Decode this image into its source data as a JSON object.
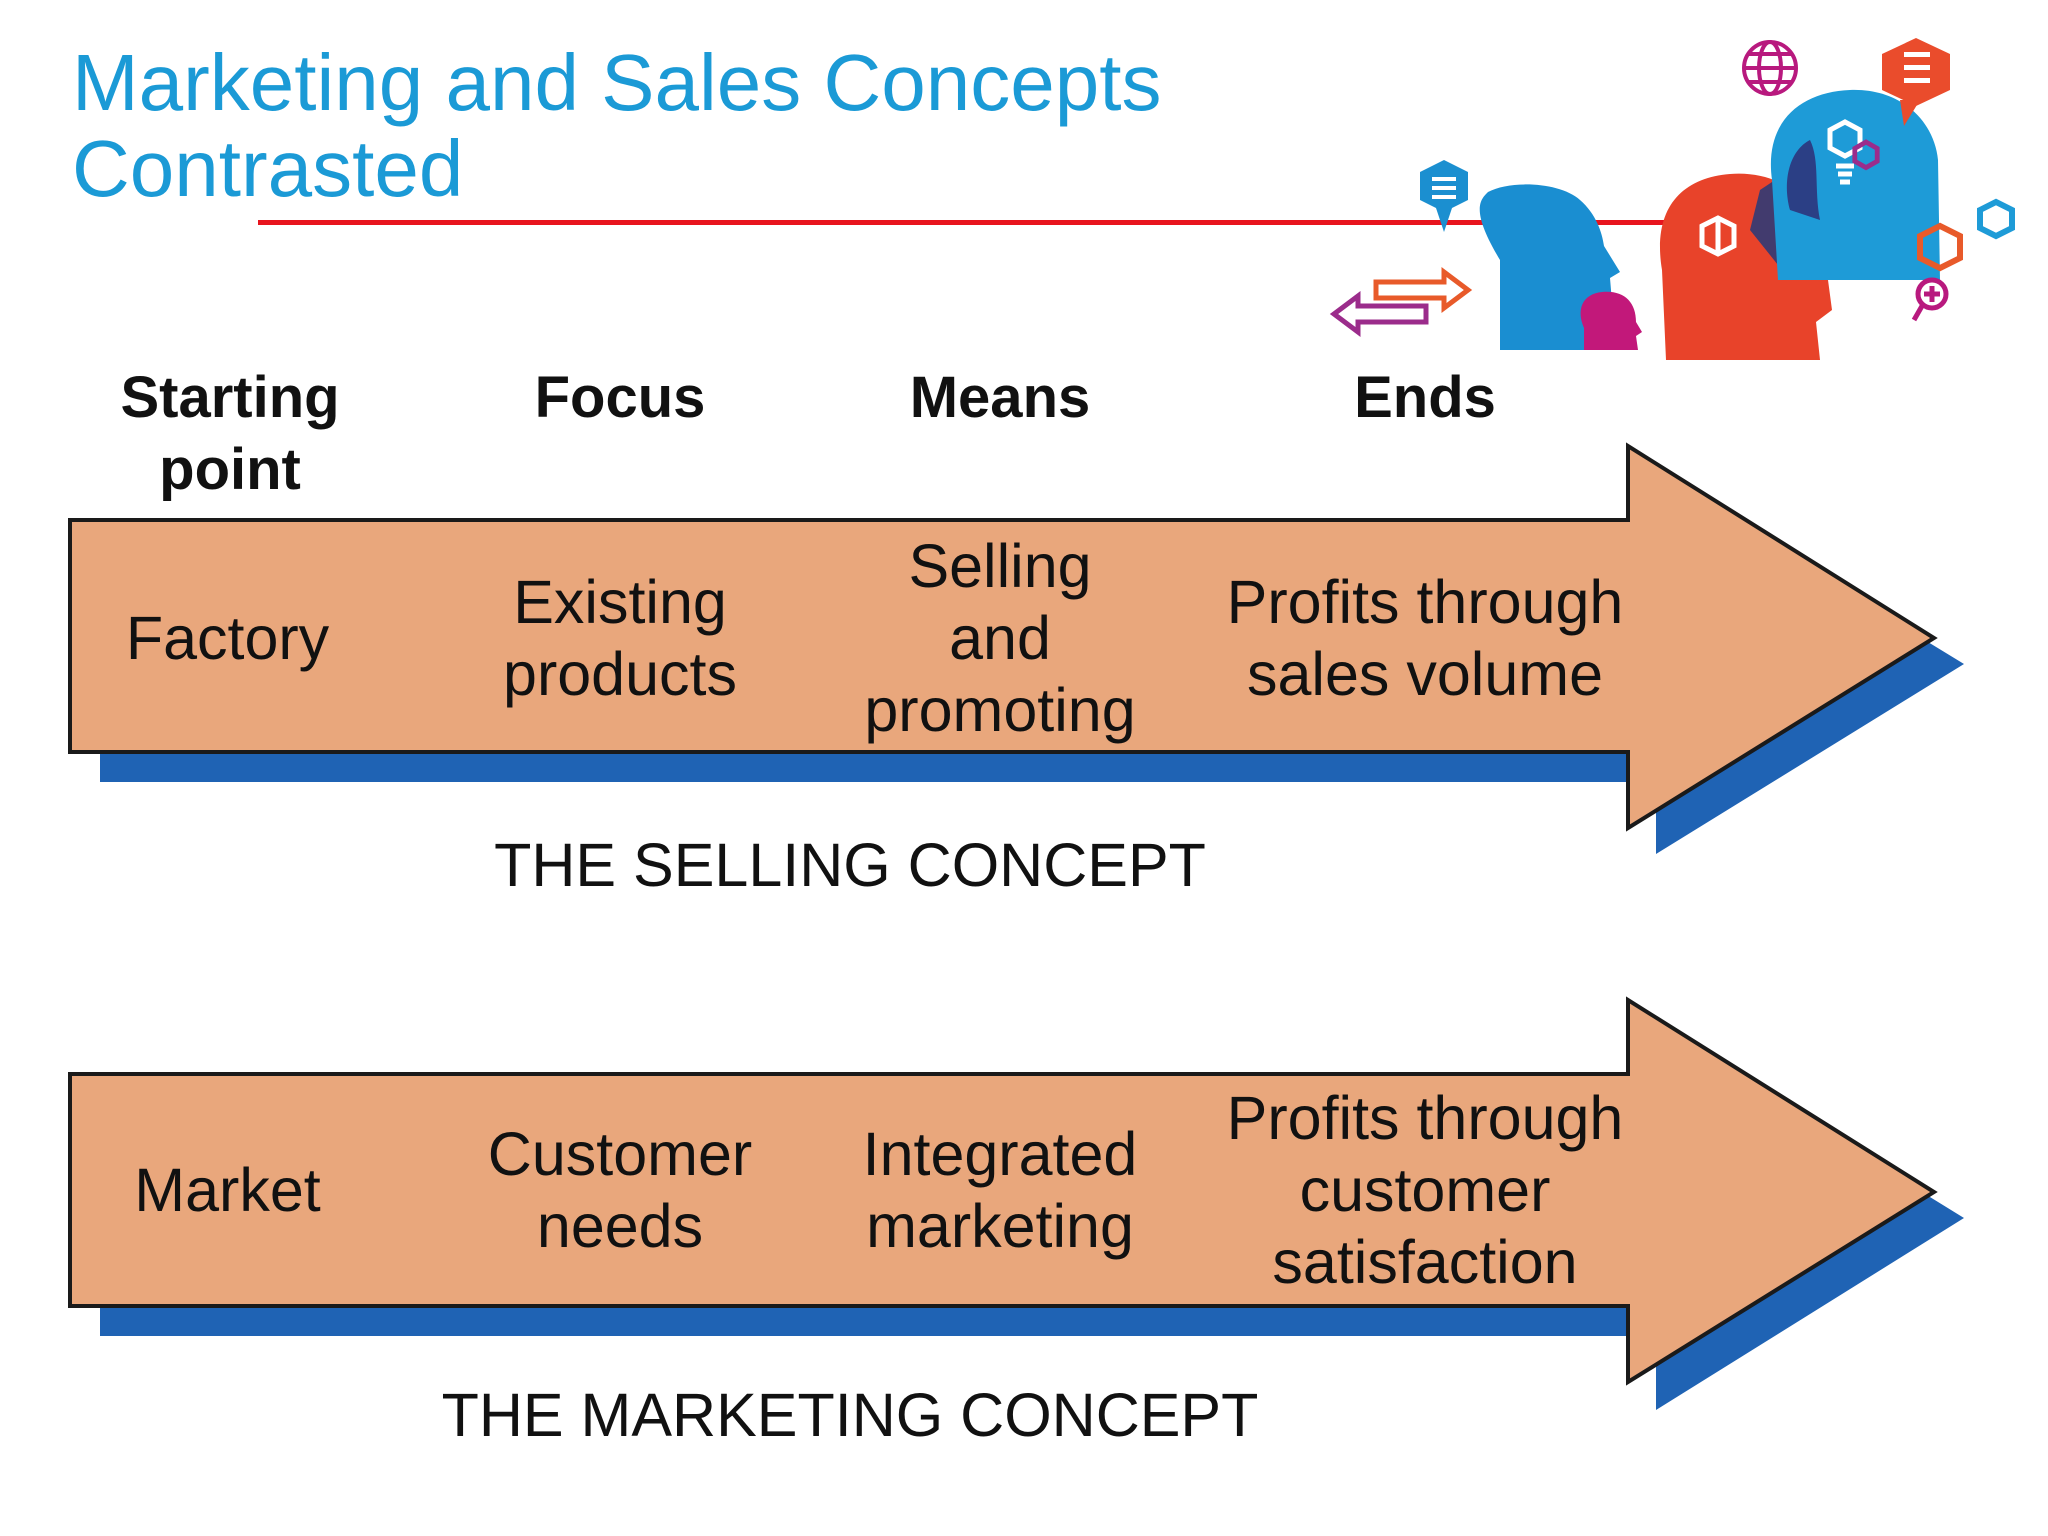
{
  "title": {
    "line1": "Marketing and Sales Concepts",
    "line2": "Contrasted"
  },
  "headers": {
    "starting_point": [
      "Starting",
      "point"
    ],
    "focus": "Focus",
    "means": "Means",
    "ends": "Ends"
  },
  "selling": {
    "starting_point": "Factory",
    "focus": [
      "Existing",
      "products"
    ],
    "means": [
      "Selling",
      "and",
      "promoting"
    ],
    "ends": [
      "Profits through",
      "sales volume"
    ],
    "caption": "THE SELLING CONCEPT"
  },
  "marketing": {
    "starting_point": "Market",
    "focus": [
      "Customer",
      "needs"
    ],
    "means": [
      "Integrated",
      "marketing"
    ],
    "ends": [
      "Profits through",
      "customer",
      "satisfaction"
    ],
    "caption": "THE MARKETING CONCEPT"
  },
  "colors": {
    "title": "#1B9AD6",
    "title_rule": "#E8141E",
    "arrow_fill": "#E9A77C",
    "arrow_shadow": "#1F63B4",
    "arrow_outline": "#1a1a1a"
  },
  "icons": [
    "globe-icon",
    "menu-icon",
    "lightbulb-icon",
    "cube-icon",
    "hexagon-icon",
    "plus-icon",
    "swap-arrows-icon",
    "head-silhouette-icon"
  ]
}
